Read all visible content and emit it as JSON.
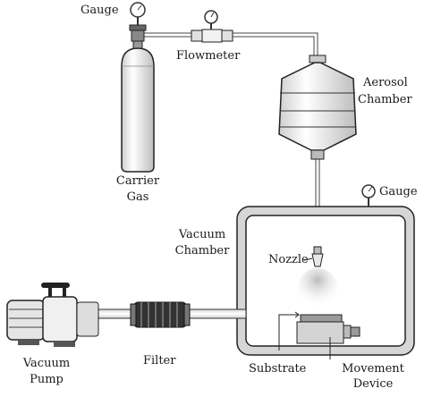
{
  "labels": {
    "gauge_top": "Gauge",
    "flowmeter": "Flowmeter",
    "aerosol_line1": "Aerosol",
    "aerosol_line2": "Chamber",
    "carrier_line1": "Carrier",
    "carrier_line2": "Gas",
    "gauge_right": "Gauge",
    "vacuum_chamber_line1": "Vacuum",
    "vacuum_chamber_line2": "Chamber",
    "nozzle": "Nozzle",
    "vacuum_pump_line1": "Vacuum",
    "vacuum_pump_line2": "Pump",
    "filter": "Filter",
    "substrate": "Substrate",
    "movement_line1": "Movement",
    "movement_line2": "Device"
  }
}
